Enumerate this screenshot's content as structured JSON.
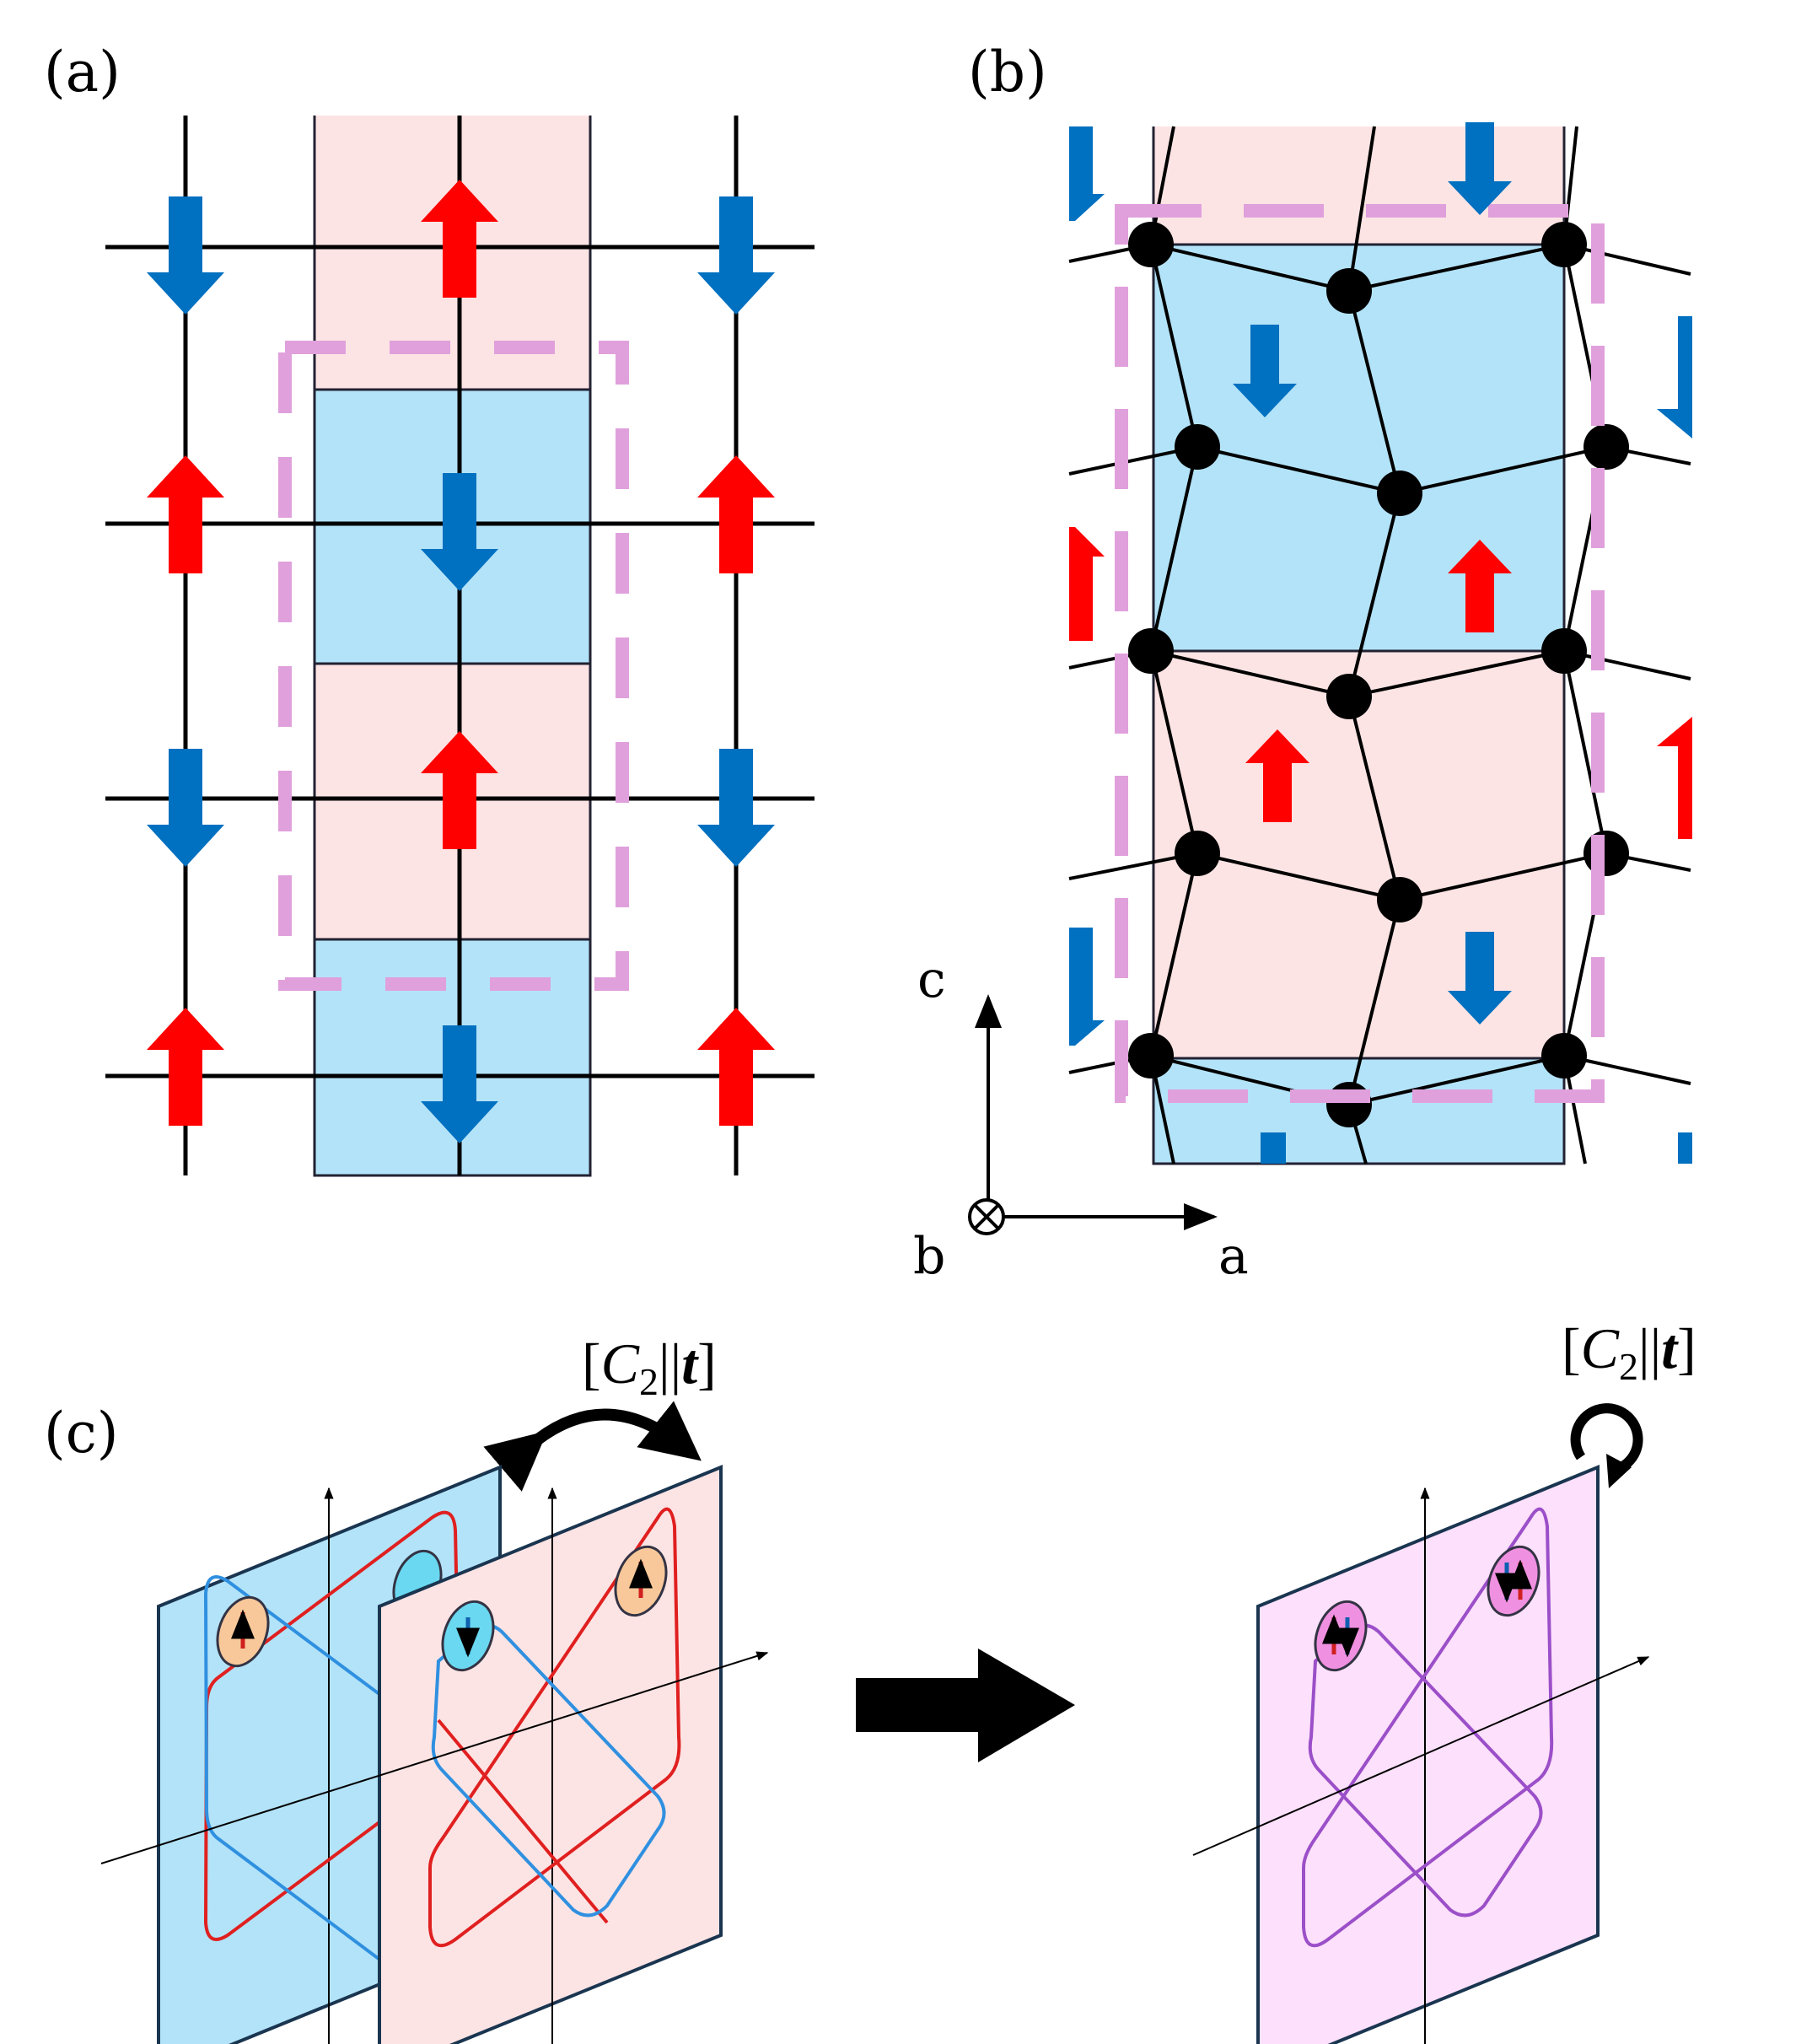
{
  "panels": {
    "a": {
      "label": "(a)"
    },
    "b": {
      "label": "(b)"
    },
    "c": {
      "label": "(c)"
    }
  },
  "axes": {
    "c": "c",
    "a": "a",
    "b": "b"
  },
  "operations": {
    "left": {
      "open": "[",
      "C": "C",
      "sub": "2",
      "sep": "||",
      "t": "t",
      "close": "]"
    },
    "right": {
      "open": "[",
      "C": "C",
      "sub": "2",
      "sep": "||",
      "t": "t",
      "close": "]"
    }
  },
  "colors": {
    "spin_up": "#ff0000",
    "spin_down": "#0070c0",
    "pink_region": "#fde4e4",
    "blue_region": "#b3e3f8",
    "dashed_cell": "#e0a0dc",
    "merged_plane": "#fde0fb",
    "band_purple": "#9b4fc8"
  }
}
